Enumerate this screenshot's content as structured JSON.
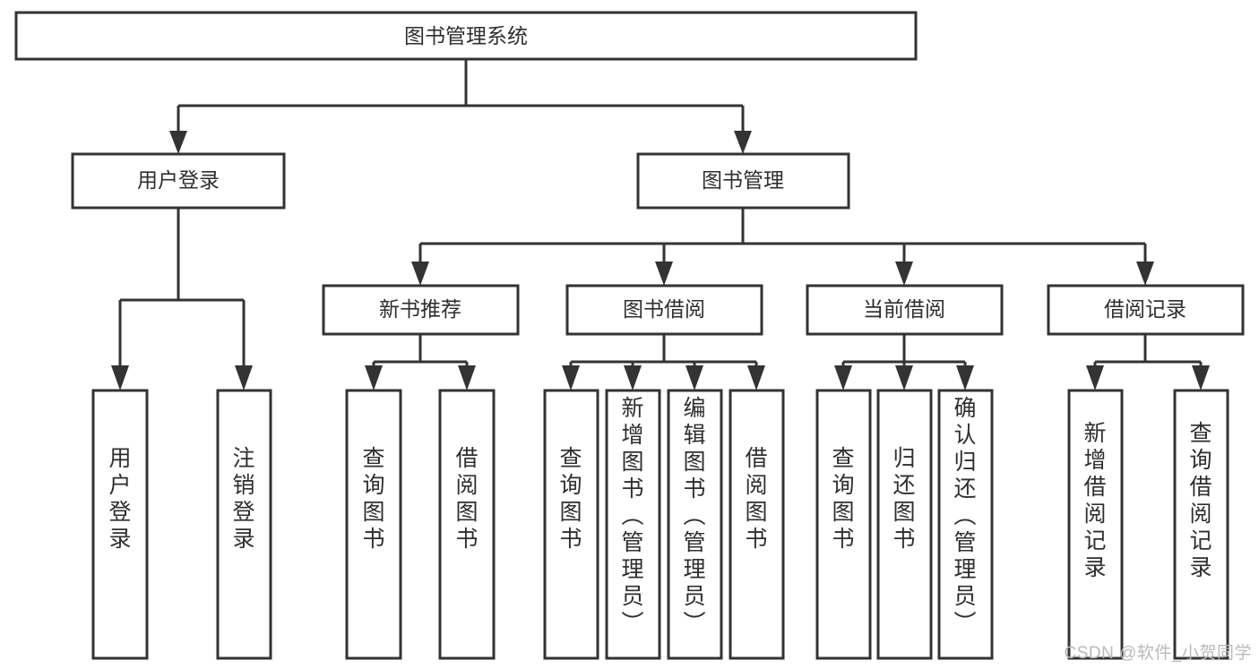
{
  "diagram": {
    "title": "图书管理系统",
    "type": "tree",
    "root": {
      "id": "root",
      "label": "图书管理系统",
      "level": 0
    },
    "level2": [
      {
        "id": "user-login",
        "label": "用户登录"
      },
      {
        "id": "book-manage",
        "label": "图书管理"
      }
    ],
    "level3": [
      {
        "id": "new-book-recommend",
        "label": "新书推荐",
        "parent": "book-manage"
      },
      {
        "id": "book-borrow",
        "label": "图书借阅",
        "parent": "book-manage"
      },
      {
        "id": "current-borrow",
        "label": "当前借阅",
        "parent": "book-manage"
      },
      {
        "id": "borrow-record",
        "label": "借阅记录",
        "parent": "book-manage"
      }
    ],
    "leaves": [
      {
        "id": "leaf-user-login",
        "label": "用户登录",
        "parent": "user-login"
      },
      {
        "id": "leaf-logout-login",
        "label": "注销登录",
        "parent": "user-login"
      },
      {
        "id": "leaf-query-book-1",
        "label": "查询图书",
        "parent": "new-book-recommend"
      },
      {
        "id": "leaf-borrow-book-1",
        "label": "借阅图书",
        "parent": "new-book-recommend"
      },
      {
        "id": "leaf-query-book-2",
        "label": "查询图书",
        "parent": "book-borrow"
      },
      {
        "id": "leaf-add-book",
        "label": "新增图书（管理员）",
        "parent": "book-borrow"
      },
      {
        "id": "leaf-edit-book",
        "label": "编辑图书（管理员）",
        "parent": "book-borrow"
      },
      {
        "id": "leaf-borrow-book-2",
        "label": "借阅图书",
        "parent": "book-borrow"
      },
      {
        "id": "leaf-query-book-3",
        "label": "查询图书",
        "parent": "current-borrow"
      },
      {
        "id": "leaf-return-book",
        "label": "归还图书",
        "parent": "current-borrow"
      },
      {
        "id": "leaf-confirm-return",
        "label": "确认归还（管理员）",
        "parent": "current-borrow"
      },
      {
        "id": "leaf-add-record",
        "label": "新增借阅记录",
        "parent": "borrow-record"
      },
      {
        "id": "leaf-query-record",
        "label": "查询借阅记录",
        "parent": "borrow-record"
      }
    ]
  },
  "watermark": {
    "text": "CSDN @软件_小贺同学"
  },
  "colors": {
    "line": "#333333",
    "box_fill": "#ffffff",
    "text": "#2e2e2e",
    "watermark": "#b9b9b9"
  }
}
